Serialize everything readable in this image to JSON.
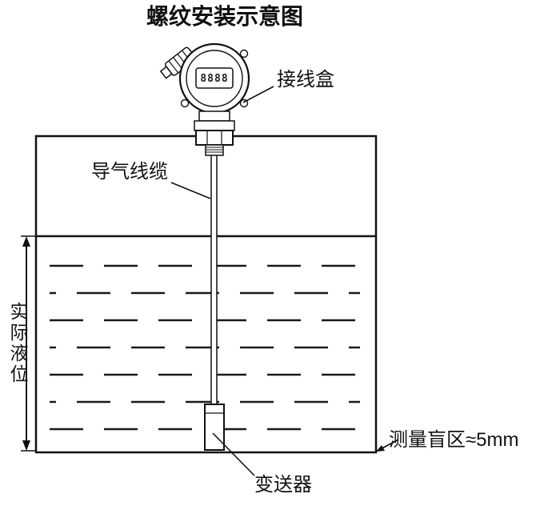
{
  "title": "螺纹安装示意图",
  "device": {
    "display_digits": "8888"
  },
  "labels": {
    "junction_box": "接线盒",
    "air_cable": "导气线缆",
    "actual_level": "实际液位",
    "blind_zone": "测量盲区≈5mm",
    "transmitter": "变送器"
  },
  "colors": {
    "line": "#111111",
    "background": "#ffffff"
  }
}
